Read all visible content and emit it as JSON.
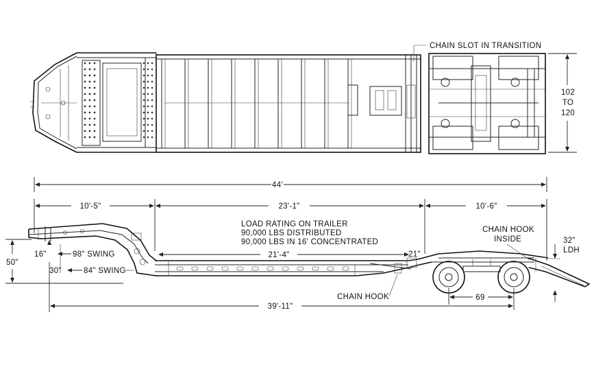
{
  "top_view": {
    "chain_slot_label": "CHAIN SLOT IN TRANSITION",
    "width_label_1": "102",
    "width_label_2": "TO",
    "width_label_3": "120"
  },
  "side_view": {
    "overall_length": "44'",
    "gooseneck_length": "10'-5\"",
    "deck_length": "23'-1\"",
    "rear_length": "10'-6\"",
    "load_rating_line1": "LOAD RATING ON TRAILER",
    "load_rating_line2": "90,000  LBS DISTRIBUTED",
    "load_rating_line3": "90,000  LBS IN 16'  CONCENTRATED",
    "inner_deck_length": "21'-4\"",
    "rear_small_dim": "21\"",
    "chain_hook_inside_line1": "CHAIN HOOK",
    "chain_hook_inside_line2": "INSIDE",
    "ldh_value": "32\"",
    "ldh_label": "LDH",
    "height_50": "50\"",
    "dim_16": "16\"",
    "swing_98": "98\" SWING",
    "dim_30": "30\"",
    "swing_84": "84\" SWING",
    "chain_hook_label": "CHAIN HOOK",
    "axle_spacing": "69",
    "kingpin_to_axle": "39'-11\""
  }
}
